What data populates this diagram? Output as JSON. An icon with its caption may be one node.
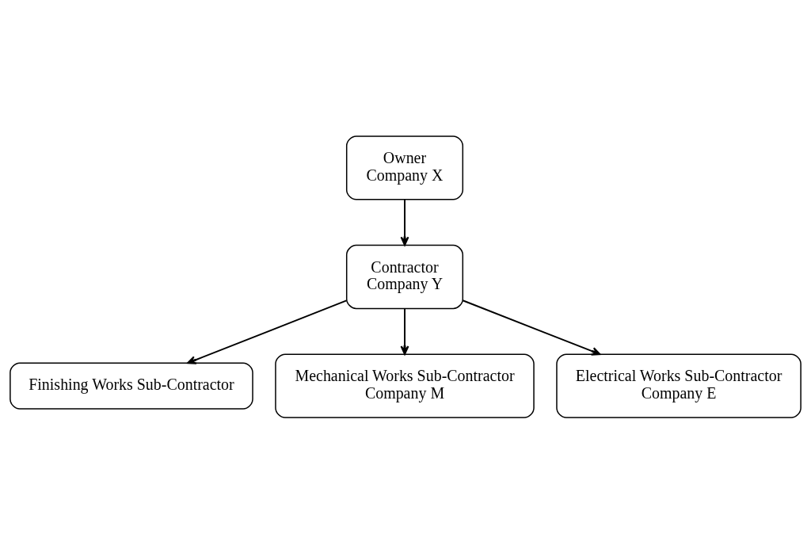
{
  "diagram": {
    "nodes": [
      {
        "text": [
          "Owner",
          "Company X"
        ]
      },
      {
        "text": [
          "Contractor",
          "Company Y"
        ]
      },
      {
        "text": [
          "Finishing Works Sub-Contractor"
        ]
      },
      {
        "text": [
          "Mechanical Works Sub-Contractor",
          "Company M"
        ]
      },
      {
        "text": [
          "Electrical Works Sub-Contractor",
          "Company E"
        ]
      }
    ],
    "edges": [
      {
        "from": 0,
        "to": 1,
        "arrow": "to"
      },
      {
        "from": 1,
        "to": 2,
        "arrow": "to"
      },
      {
        "from": 1,
        "to": 3,
        "arrow": "to"
      },
      {
        "from": 1,
        "to": 4,
        "arrow": "to"
      }
    ]
  }
}
